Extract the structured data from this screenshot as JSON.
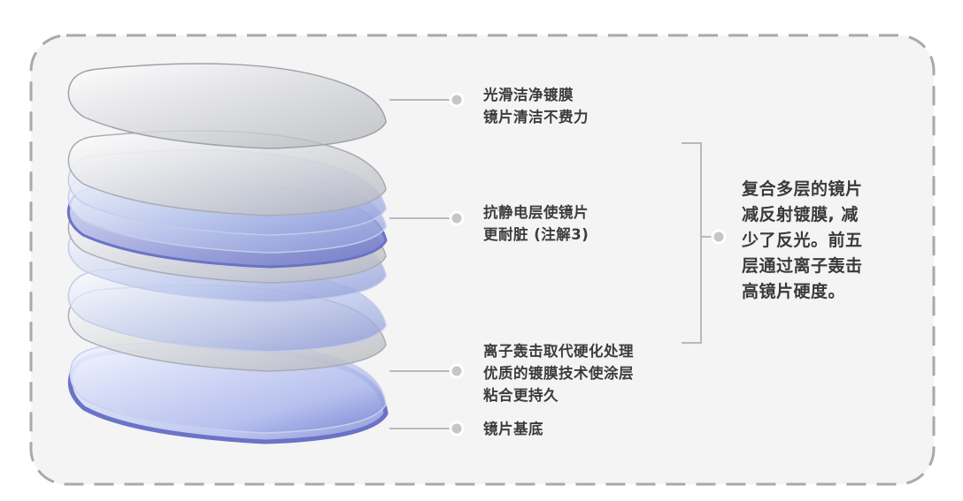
{
  "labels": {
    "top_coating": "光滑洁净镀膜\n镜片清洁不费力",
    "antistatic": "抗静电层使镜片\n更耐脏 (注解3)",
    "ion_bombard": "离子轰击取代硬化处理\n优质的镀膜技术使涂层\n粘合更持久",
    "base": "镜片基底"
  },
  "summary": "复合多层的镜片\n减反射镀膜, 减\n少了反光。前五\n层通过离子轰击\n高镜片硬度。",
  "colors": {
    "frame_bg": "#f4f4f5",
    "frame_border": "#a9a9ab",
    "connector": "#b9b9bb",
    "dot": "#c6c6c8",
    "text": "#3c3c3c",
    "lens_tint_violet": "#6b73c6"
  }
}
